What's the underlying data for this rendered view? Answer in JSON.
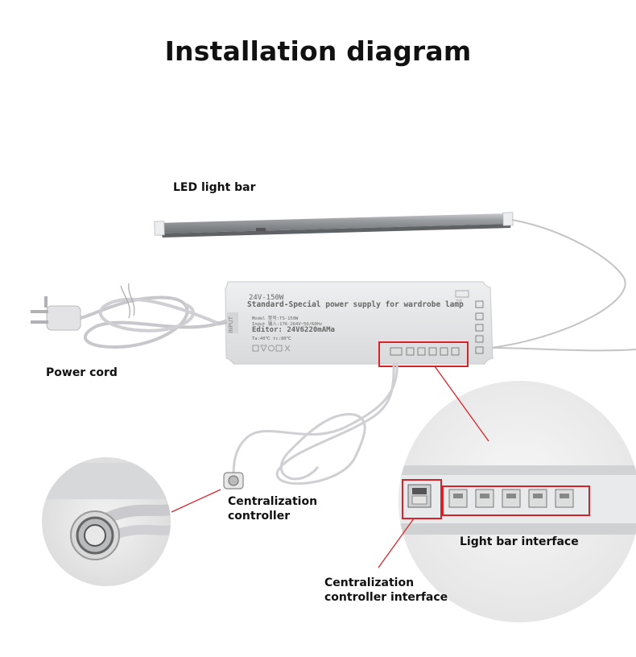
{
  "diagram": {
    "title": "Installation diagram",
    "labels": {
      "led_light_bar": "LED light bar",
      "power_cord": "Power cord",
      "centralization_controller_line1": "Centralization",
      "centralization_controller_line2": "controller",
      "light_bar_interface": "Light bar interface",
      "controller_interface_line1": "Centralization",
      "controller_interface_line2": "controller interface"
    },
    "power_supply": {
      "rating": "24V-150W",
      "name": "Standard-Special power supply for wardrobe lamp",
      "model": "Model 型号:TS-150W",
      "input": "Input  输入:176-264V~50/60Hz",
      "editor": "Editor: 24V6220mAMa",
      "temp": "Ta:40℃   tc:80℃",
      "side_label": "INPUT",
      "port_label": "主控"
    },
    "colors": {
      "highlight": "#d8222a",
      "psu_body": "#e6e7e8",
      "light_bar": "#8e9194"
    }
  }
}
